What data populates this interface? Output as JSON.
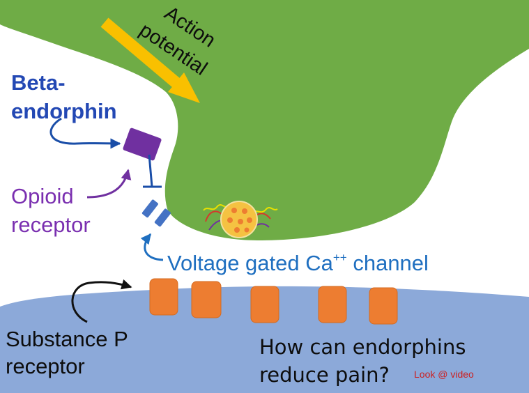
{
  "labels": {
    "action_potential_line1": "Action",
    "action_potential_line2": "potential",
    "beta_endorphin": "Beta-endorphin",
    "opioid_receptor": "Opioid receptor",
    "vgcc_prefix": "Voltage gated Ca",
    "vgcc_superscript": "++",
    "vgcc_suffix": " channel",
    "substance_p_receptor": "Substance P receptor",
    "question": "How can endorphins reduce pain?",
    "look": "Look @ video"
  },
  "colors": {
    "presynaptic_terminal": "#6fac46",
    "postsynaptic_membrane": "#8ca9d9",
    "arrow_action_potential": "#f9c000",
    "opioid_receptor": "#7030a0",
    "beta_endorphin_text": "#2348b4",
    "inhibition_line": "#1a4ea8",
    "ca_channel": "#4472c4",
    "substance_p_receptor": "#ed7d31",
    "vesicle": "#f5c242",
    "vesicle_dots": "#ed7d31"
  },
  "icons": {
    "action_potential": "yellow-arrow-icon",
    "inhibition": "t-bar-inhibition-icon",
    "vesicle": "vesicle-icon"
  }
}
